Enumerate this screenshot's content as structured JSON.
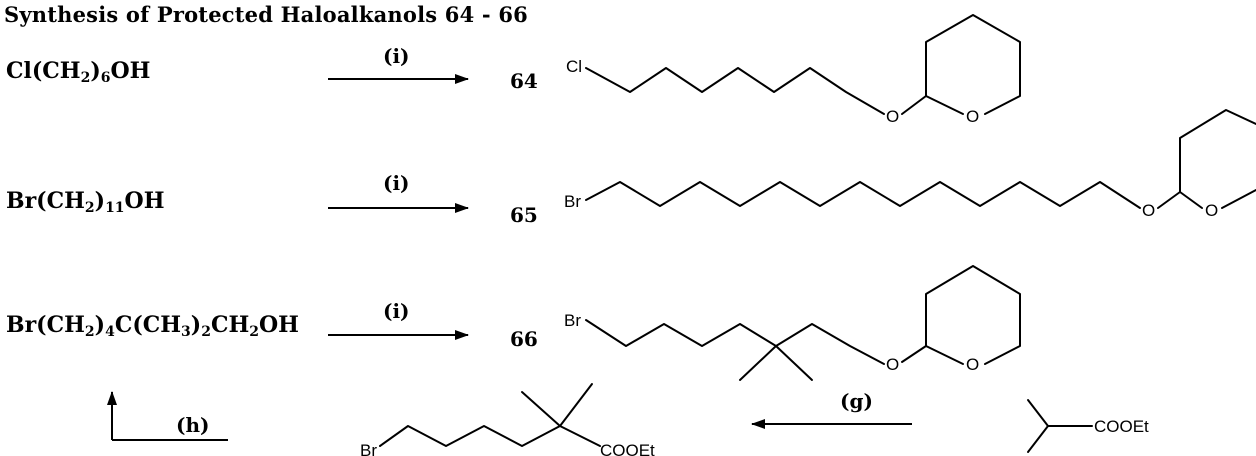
{
  "title": "Synthesis of Protected Haloalkanols 64 - 66",
  "rows": [
    {
      "reactant": {
        "pre": "Cl(CH",
        "sub1": "2",
        "mid": ")",
        "sub2": "6",
        "post": "OH"
      },
      "condition": "(i)",
      "product_number": "64",
      "product_atoms": {
        "halogen": "Cl",
        "ether_o": "O",
        "ring_o": "O"
      }
    },
    {
      "reactant": {
        "pre": "Br(CH",
        "sub1": "2",
        "mid": ")",
        "sub2": "11",
        "post": "OH"
      },
      "condition": "(i)",
      "product_number": "65",
      "product_atoms": {
        "halogen": "Br",
        "ether_o": "O",
        "ring_o": "O"
      }
    },
    {
      "reactant": {
        "p1": "Br(CH",
        "s1": "2",
        "p2": ")",
        "s2": "4",
        "p3": "C(CH",
        "s3": "3",
        "p4": ")",
        "s4": "2",
        "p5": "CH",
        "s5": "2",
        "p6": "OH"
      },
      "condition": "(i)",
      "product_number": "66",
      "product_atoms": {
        "halogen": "Br",
        "ether_o": "O",
        "ring_o": "O"
      }
    }
  ],
  "lower": {
    "step_h": "(h)",
    "step_g": "(g)",
    "intermediate_atoms": {
      "halogen": "Br",
      "ester": "COOEt"
    },
    "start_atoms": {
      "ester": "COOEt"
    }
  }
}
